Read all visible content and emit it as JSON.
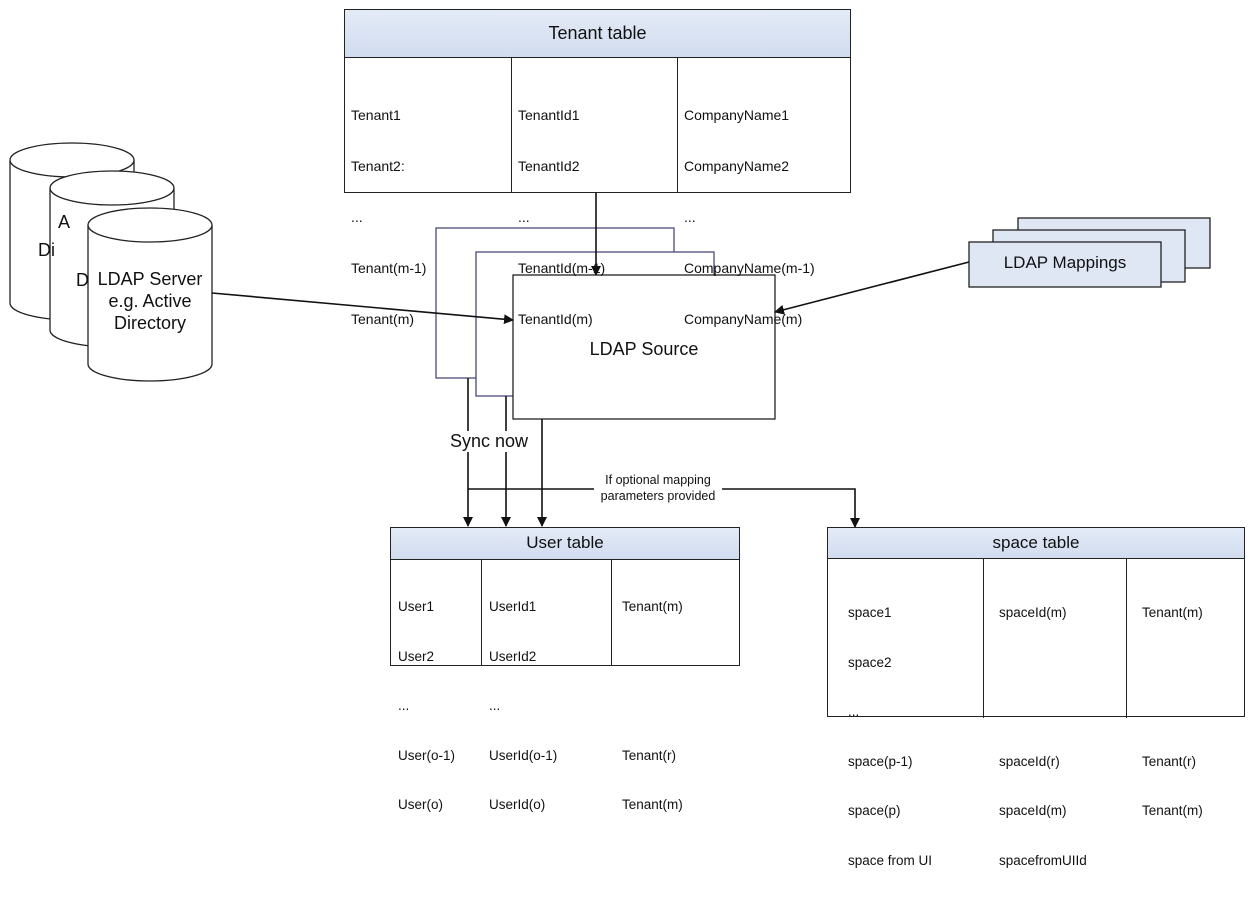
{
  "tenant_table": {
    "title": "Tenant table",
    "columns": [
      [
        "Tenant1",
        "Tenant2:",
        "...",
        "Tenant(m-1)",
        "Tenant(m)"
      ],
      [
        "TenantId1",
        "TenantId2",
        "...",
        "TenantId(m-1)",
        "TenantId(m)"
      ],
      [
        "CompanyName1",
        "CompanyName2",
        "...",
        "CompanyName(m-1)",
        "CompanyName(m)"
      ]
    ]
  },
  "ldap_server": {
    "back_label_1": "A",
    "back_label_2": "Di",
    "mid_label": "D",
    "front_label": "LDAP Server\ne.g. Active\nDirectory"
  },
  "ldap_source": {
    "label": "LDAP Source"
  },
  "ldap_mappings": {
    "label": "LDAP Mappings"
  },
  "sync": {
    "label": "Sync now",
    "condition": "If optional mapping\nparameters provided"
  },
  "user_table": {
    "title": "User table",
    "columns": [
      [
        "User1",
        "User2",
        "...",
        "User(o-1)",
        "User(o)"
      ],
      [
        "UserId1",
        "UserId2",
        "...",
        "UserId(o-1)",
        "UserId(o)"
      ],
      [
        "Tenant(m)",
        "",
        "",
        "Tenant(r)",
        "Tenant(m)"
      ]
    ]
  },
  "space_table": {
    "title": "space table",
    "columns": [
      [
        "space1",
        "space2",
        "...",
        "space(p-1)",
        "space(p)",
        "space from UI"
      ],
      [
        "spaceId(m)",
        "",
        "",
        "spaceId(r)",
        "spaceId(m)",
        "spacefromUIId"
      ],
      [
        "Tenant(m)",
        "",
        "",
        "Tenant(r)",
        "Tenant(m)",
        ""
      ]
    ]
  },
  "colors": {
    "header_fill": "#d8e2f2",
    "mapping_fill": "#dfe6f4",
    "border": "#222222",
    "source_frame": "#4a4a78"
  }
}
